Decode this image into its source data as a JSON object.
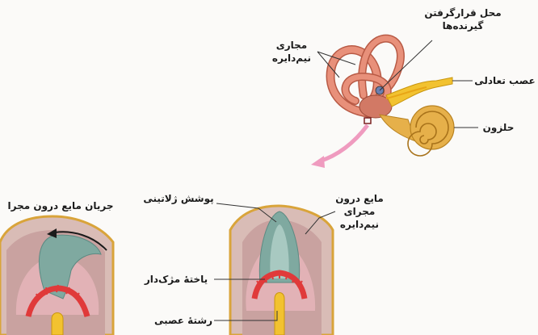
{
  "labels": {
    "receptor_location": "محل قرارگرفتن\nگیرنده‌ها",
    "semicircular_canals": "مجاری\nنیم‌دایره",
    "vestibular_nerve": "عصب تعادلی",
    "cochlea": "حلزون",
    "fluid_flow": "جریان مایع درون مجرا",
    "gelatinous_cover": "پوشش ژلاتینی",
    "canal_fluid": "مایع درون\nمجرای\nنیم‌دایره",
    "hair_cell": "یاختهٔ مژک‌دار",
    "nerve_fiber": "رشتهٔ عصبی"
  },
  "colors": {
    "canal": "#e8907a",
    "canal_dark": "#b85a45",
    "nerve": "#f2c230",
    "cochlea": "#e6b04a",
    "arrow": "#ef9bbf",
    "tissue": "#cfa7a2",
    "hair_cells": "#e03a3a",
    "gel": "#7fa9a0"
  }
}
